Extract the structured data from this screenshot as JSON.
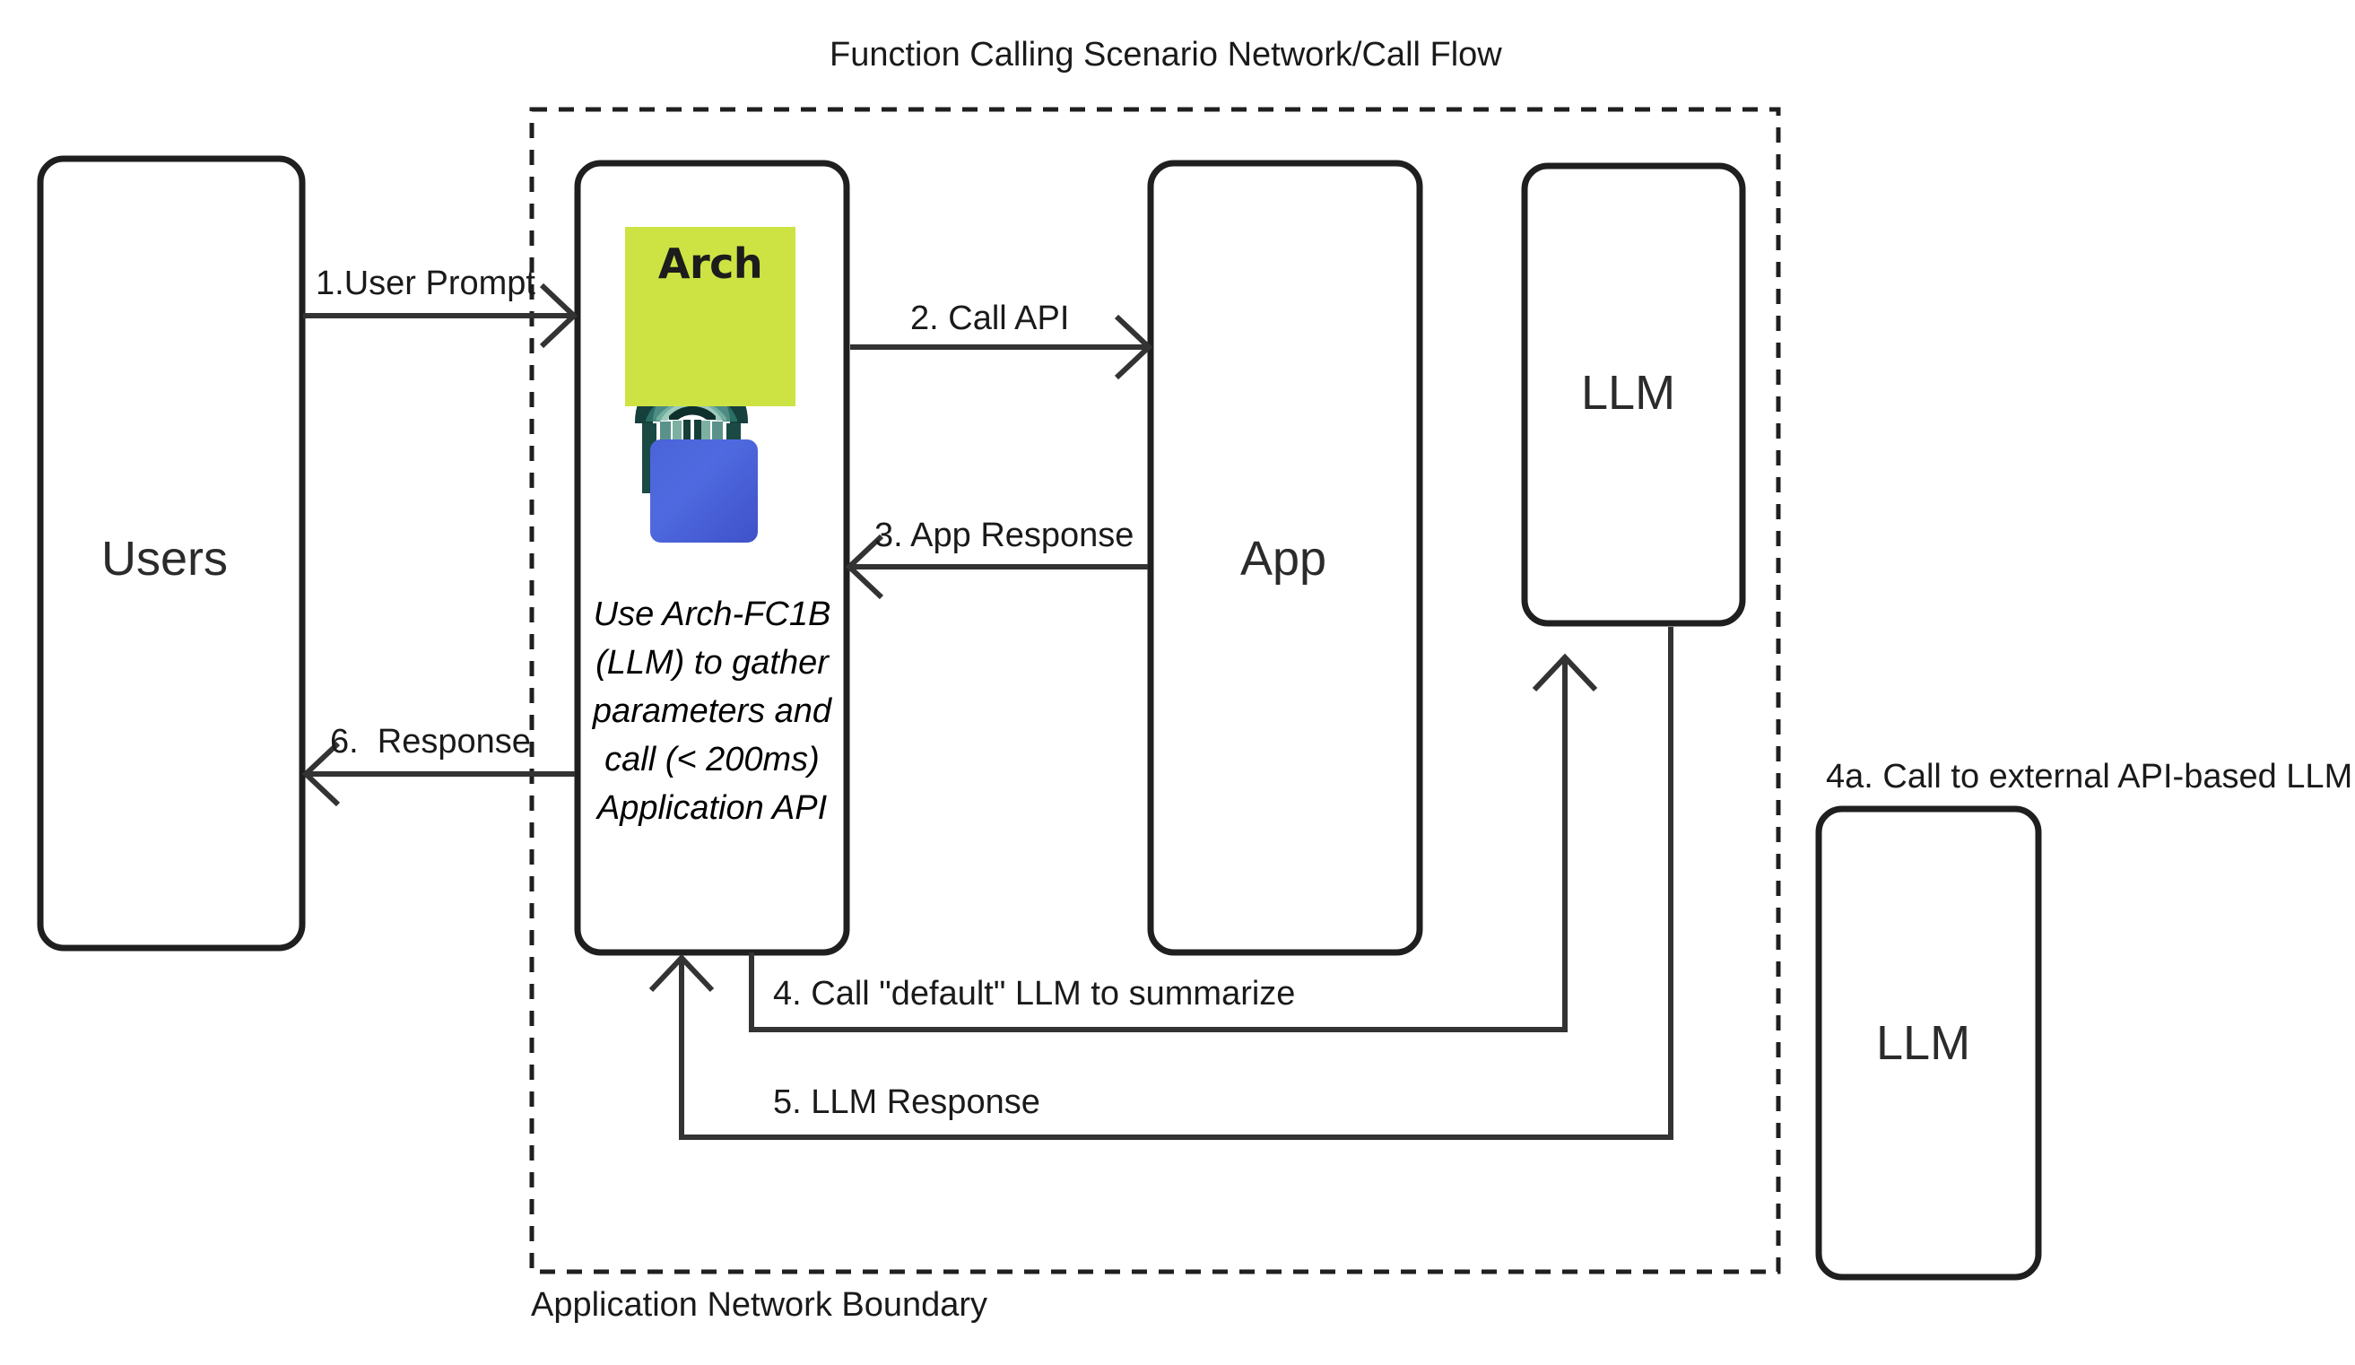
{
  "diagram": {
    "title": "Function Calling Scenario Network/Call Flow",
    "boundary_label": "Application Network Boundary",
    "external_note": "4a. Call to external API-based LLM"
  },
  "nodes": {
    "users": {
      "label": "Users"
    },
    "arch": {
      "logo_word": "Arch",
      "logo_bg": "#cde343",
      "gear_bg": "#4a63d8",
      "note_lines": [
        "Use Arch-FC1B",
        "(LLM) to gather",
        "parameters and",
        "call (< 200ms)",
        "Application API"
      ]
    },
    "app": {
      "label": "App"
    },
    "llm_internal": {
      "label": "LLM"
    },
    "llm_external": {
      "label": "LLM"
    }
  },
  "edges": [
    {
      "id": "e1",
      "label": "1.User Prompt"
    },
    {
      "id": "e2",
      "label": "2. Call API"
    },
    {
      "id": "e3",
      "label": "3. App Response"
    },
    {
      "id": "e6",
      "label": "6.  Response"
    },
    {
      "id": "e4",
      "label": "4. Call \"default\" LLM to summarize"
    },
    {
      "id": "e5",
      "label": "5. LLM Response"
    }
  ],
  "colors": {
    "stroke": "#1f1f1f",
    "thin_stroke": "#333333",
    "background": "#ffffff"
  }
}
